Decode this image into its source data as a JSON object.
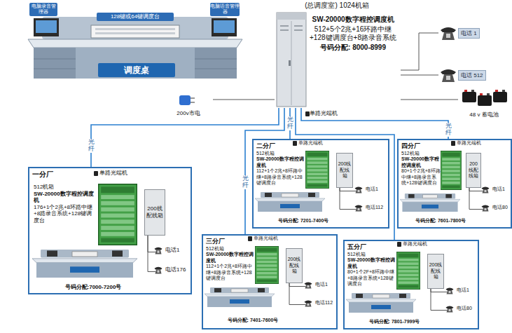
{
  "diagram": {
    "nodes": [
      {
        "text": [
          "电脑录音管理器",
          "128键或64键调度台",
          "电脑语音管理器",
          "调度桌"
        ]
      },
      {
        "text": [
          "(总调度室) 1024机箱",
          "SW-20000数字程控调度机",
          "512+5个2兆+16环路中继+128键调度台+8路录音系统",
          "号码分配: 8000-8999"
        ]
      },
      {
        "text": [
          "电话 1"
        ]
      },
      {
        "text": [
          "电话 512"
        ]
      },
      {
        "text": [
          "48 v 蓄电池"
        ]
      },
      {
        "text": [
          "200v市电"
        ]
      },
      {
        "text": [
          "一分厂",
          "号码分配:7000-7200号"
        ]
      },
      {
        "text": [
          "512机箱",
          "SW-20000数字程控调度机",
          "176+1个2兆+8环路中继+8路录音系统+128键调度台"
        ],
        "in": 6
      },
      {
        "text": [
          "200线配线箱"
        ],
        "in": 6
      },
      {
        "text": [
          "电话1"
        ],
        "in": 6
      },
      {
        "text": [
          "电话176"
        ],
        "in": 6
      },
      {
        "text": [
          "二分厂",
          "号码分配: 7201-7400号"
        ]
      },
      {
        "text": [
          "512机箱",
          "SW-20000数字程控调度机",
          "112+1个2兆+8环路中继+8路录音系统+128键调度台"
        ],
        "in": 11
      },
      {
        "text": [
          "200线配线箱"
        ],
        "in": 11
      },
      {
        "text": [
          "电话1"
        ],
        "in": 11
      },
      {
        "text": [
          "电话112"
        ],
        "in": 11
      },
      {
        "text": [
          "三分厂",
          "号码分配: 7401-7600号"
        ]
      },
      {
        "text": [
          "512机箱",
          "SW-20000数字程控调度机",
          "112+1个2兆+8环路中继+8路录音系统+128键调度台"
        ],
        "in": 16
      },
      {
        "text": [
          "200线配线箱"
        ],
        "in": 16
      },
      {
        "text": [
          "电话1"
        ],
        "in": 16
      },
      {
        "text": [
          "电话112"
        ],
        "in": 16
      },
      {
        "text": [
          "四分厂",
          "号码分配: 7601-7800号"
        ]
      },
      {
        "text": [
          "512机箱",
          "SW-20000数字程控调度机",
          "80+1个2兆+8环路中继+8路录音系统+128键调度台"
        ],
        "in": 21
      },
      {
        "text": [
          "200线配线箱"
        ],
        "in": 21
      },
      {
        "text": [
          "电话1"
        ],
        "in": 21
      },
      {
        "text": [
          "电话80"
        ],
        "in": 21
      },
      {
        "text": [
          "五分厂",
          "号码分配: 7801-7999号"
        ]
      },
      {
        "text": [
          "512机箱",
          "SW-20000数字程控调度机",
          "80+1个2F+8环路中继+8路录音系统+128键调度台"
        ],
        "in": 26
      },
      {
        "text": [
          "200线配线箱"
        ],
        "in": 26
      },
      {
        "text": [
          "电话1"
        ],
        "in": 26
      },
      {
        "text": [
          "电话80"
        ],
        "in": 26
      }
    ],
    "edges": [
      {
        "from": 1,
        "to": 2,
        "arrow": "none"
      },
      {
        "from": 1,
        "to": 3,
        "arrow": "none"
      },
      {
        "from": 1,
        "to": 4,
        "arrow": "none"
      },
      {
        "from": 1,
        "to": 5,
        "arrow": "none"
      },
      {
        "from": 1,
        "to": 6,
        "label": "光纤",
        "arrow": "none"
      },
      {
        "from": 1,
        "to": 11,
        "label": "光纤",
        "arrow": "none"
      },
      {
        "from": 1,
        "to": 16,
        "label": "光纤",
        "arrow": "none"
      },
      {
        "from": 1,
        "to": 21,
        "label": "光纤",
        "arrow": "none"
      },
      {
        "from": 1,
        "to": 26,
        "arrow": "none"
      },
      {
        "from": 8,
        "to": 9,
        "arrow": "none"
      },
      {
        "from": 8,
        "to": 10,
        "arrow": "none"
      },
      {
        "from": 13,
        "to": 14,
        "arrow": "none"
      },
      {
        "from": 13,
        "to": 15,
        "arrow": "none"
      },
      {
        "from": 18,
        "to": 19,
        "arrow": "none"
      },
      {
        "from": 18,
        "to": 20,
        "arrow": "none"
      },
      {
        "from": 23,
        "to": 24,
        "arrow": "none"
      },
      {
        "from": 23,
        "to": 25,
        "arrow": "none"
      },
      {
        "from": 28,
        "to": 29,
        "arrow": "none"
      },
      {
        "from": 28,
        "to": 30,
        "arrow": "none"
      }
    ],
    "labels": [
      "单路光端机",
      "单路光端机",
      "单路光端机",
      "单路光端机",
      "单路光端机",
      "单路光端机"
    ]
  }
}
